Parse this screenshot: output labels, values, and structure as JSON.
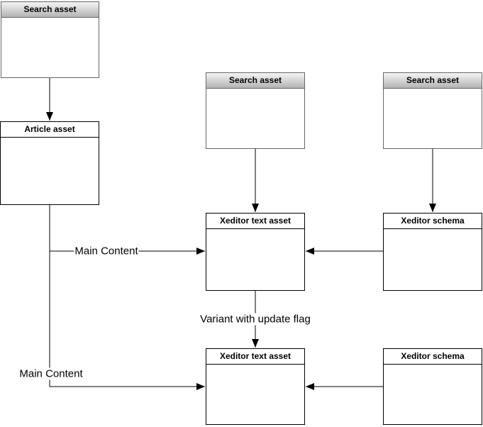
{
  "diagram": {
    "nodes": [
      {
        "title": "Search asset",
        "style": "gradient"
      },
      {
        "title": "Search asset",
        "style": "gradient"
      },
      {
        "title": "Search asset",
        "style": "gradient"
      },
      {
        "title": "Article asset",
        "style": "plain"
      },
      {
        "title": "Xeditor text asset",
        "style": "plain"
      },
      {
        "title": "Xeditor schema",
        "style": "plain"
      },
      {
        "title": "Xeditor text asset",
        "style": "plain"
      },
      {
        "title": "Xeditor schema",
        "style": "plain"
      }
    ],
    "edge_labels": [
      {
        "text": "Main Content"
      },
      {
        "text": "Variant with update flag"
      },
      {
        "text": "Main Content"
      }
    ],
    "colors": {
      "background": "#ffffff",
      "arrow": "#000000",
      "plain_node_border": "#000000",
      "gradient_node_border": "#666666",
      "gradient_header_top": "#f5f5f5",
      "gradient_header_bottom": "#b3b3b3",
      "title_text": "#000000"
    }
  }
}
